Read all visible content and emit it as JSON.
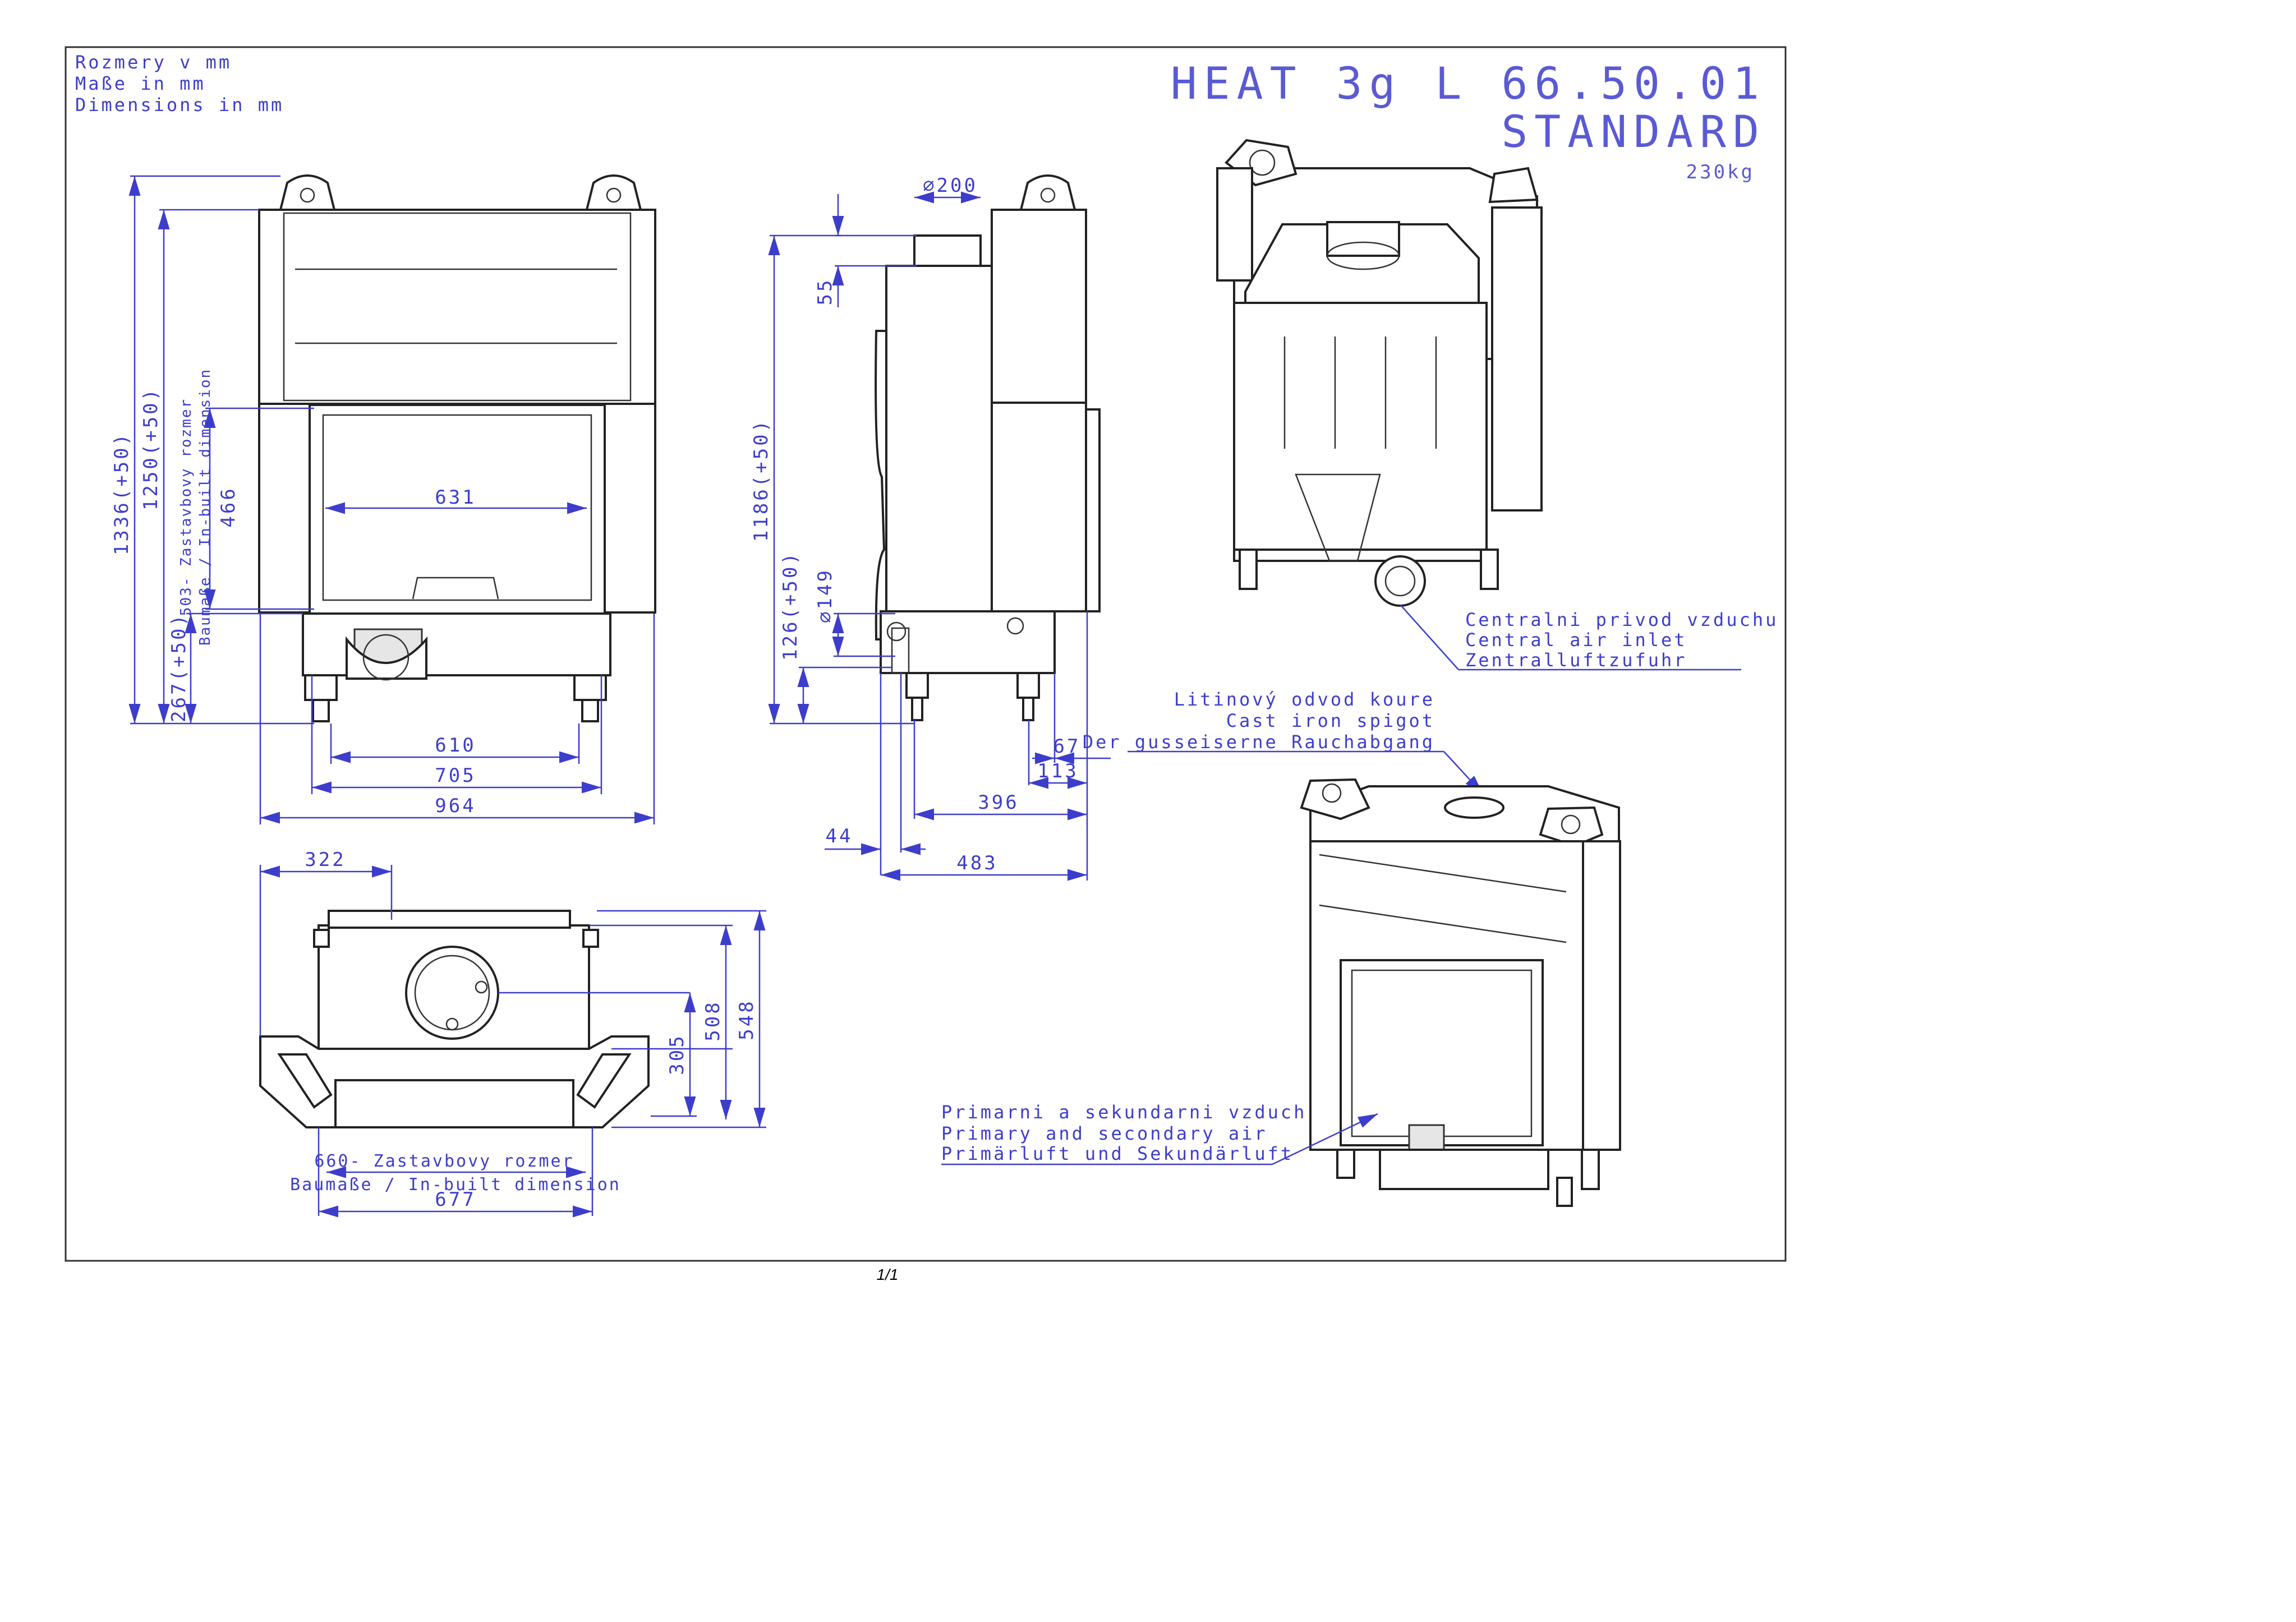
{
  "header": {
    "units_cz": "Rozmery v mm",
    "units_de": "Maße in mm",
    "units_en": "Dimensions in mm",
    "title": "HEAT 3g L 66.50.01",
    "subtitle": "STANDARD",
    "weight": "230kg"
  },
  "front_view": {
    "dim_total_height": "1336(+50)",
    "dim_body_height": "1250(+50)",
    "dim_builtin_label": "503- Zastavbovy rozmer",
    "dim_builtin_label2": "Baumaße / In-built dimension",
    "dim_opening_height": "466",
    "dim_opening_width": "631",
    "dim_base_height": "267(+50)",
    "dim_feet": "610",
    "dim_base_width": "705",
    "dim_total_width": "964"
  },
  "side_view": {
    "dim_flue_diameter": "⌀200",
    "dim_flue_height": "55",
    "dim_total_height": "1186(+50)",
    "dim_air_inlet_height": "126(+50)",
    "dim_air_inlet_diameter": "⌀149",
    "dim_67": "67",
    "dim_113": "113",
    "dim_396": "396",
    "dim_44": "44",
    "dim_483": "483"
  },
  "top_view": {
    "dim_322": "322",
    "dim_508": "508",
    "dim_548": "548",
    "dim_305": "305",
    "dim_builtin_label": "660- Zastavbovy rozmer",
    "dim_builtin_label2": "Baumaße / In-built dimension",
    "dim_677": "677"
  },
  "annotations": {
    "air_inlet_cz": "Centralni privod vzduchu",
    "air_inlet_en": "Central air inlet",
    "air_inlet_de": "Zentralluftzufuhr",
    "spigot_cz": "Litinový odvod koure",
    "spigot_en": "Cast iron spigot",
    "spigot_de": "Der gusseiserne Rauchabgang",
    "primary_cz": "Primarni a sekundarni vzduch",
    "primary_en": "Primary and secondary air",
    "primary_de": "Primärluft und Sekundärluft"
  },
  "footer": {
    "page": "1/1"
  }
}
